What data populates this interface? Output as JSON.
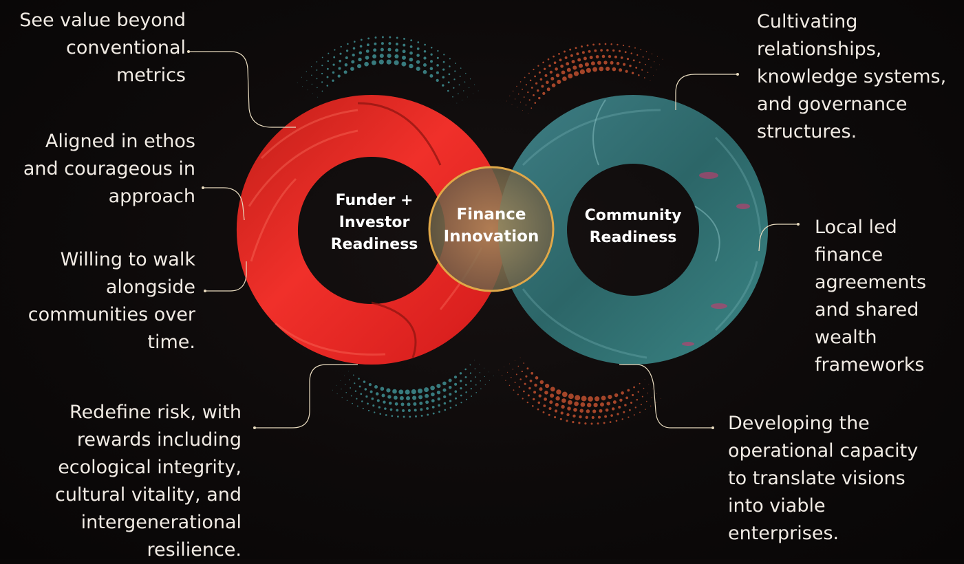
{
  "diagram": {
    "left_loop": {
      "lines": [
        "Funder +",
        "Investor",
        "Readiness"
      ]
    },
    "center": {
      "lines": [
        "Finance",
        "Innovation"
      ]
    },
    "right_loop": {
      "lines": [
        "Community",
        "Readiness"
      ]
    }
  },
  "left_notes": [
    {
      "lines": [
        "See value beyond",
        "conventional",
        "metrics"
      ]
    },
    {
      "lines": [
        "Aligned in ethos",
        "and courageous in",
        "approach"
      ]
    },
    {
      "lines": [
        "Willing to walk",
        "alongside",
        "communities over",
        "time."
      ]
    },
    {
      "lines": [
        "Redefine risk, with",
        "rewards including",
        "ecological integrity,",
        "cultural vitality, and",
        "intergenerational",
        "resilience."
      ]
    }
  ],
  "right_notes": [
    {
      "lines": [
        "Cultivating",
        "relationships,",
        "knowledge systems,",
        "and governance",
        "structures."
      ]
    },
    {
      "lines": [
        "Local led",
        "finance",
        "agreements",
        "and shared",
        "wealth",
        "frameworks"
      ]
    },
    {
      "lines": [
        "Developing the",
        "operational capacity",
        "to translate visions",
        "into viable",
        "enterprises."
      ]
    }
  ],
  "colors": {
    "left_loop": "#e8251c",
    "right_loop": "#2f6e70",
    "center_ring": "#e0a848",
    "connector": "#e9dcc0",
    "teal_dots": "#3f8f93",
    "orange_dots": "#c0502f"
  }
}
